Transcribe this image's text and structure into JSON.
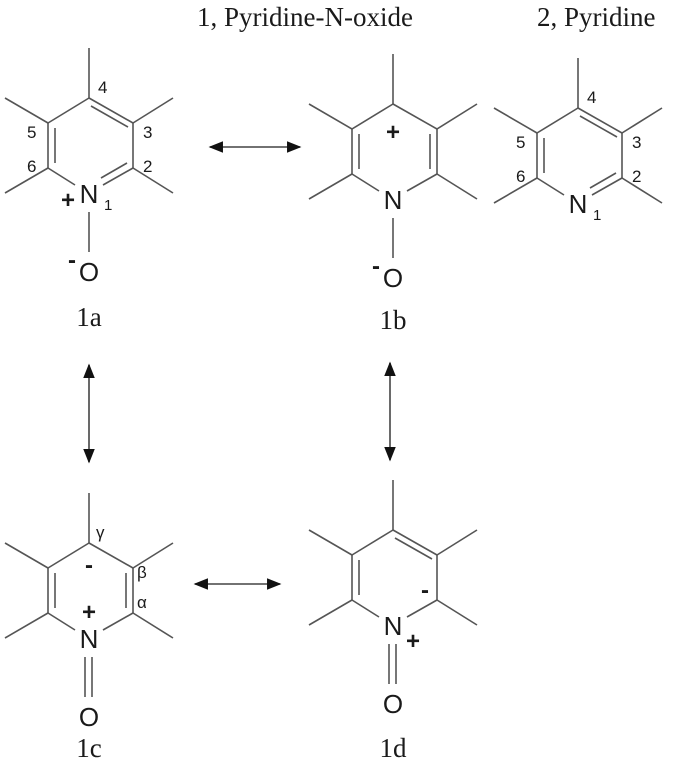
{
  "titles": {
    "pyridine_n_oxide": "1, Pyridine-N-oxide",
    "pyridine": "2, Pyridine"
  },
  "structures": [
    {
      "id": "1a",
      "label": "1a",
      "atom_numbers": [
        "1",
        "2",
        "3",
        "4",
        "5",
        "6"
      ],
      "charges": {
        "N": "+",
        "O": "-"
      },
      "n_o_bond": "single"
    },
    {
      "id": "1b",
      "label": "1b",
      "charges": {
        "C4": "+",
        "O": "-"
      },
      "n_o_bond": "single"
    },
    {
      "id": "1c",
      "label": "1c",
      "position_labels": [
        "γ",
        "β",
        "α"
      ],
      "charges": {
        "C4": "-",
        "N": "+"
      },
      "n_o_bond": "double"
    },
    {
      "id": "1d",
      "label": "1d",
      "charges": {
        "C2": "-",
        "N": "+"
      },
      "n_o_bond": "double"
    },
    {
      "id": "2",
      "label": "",
      "atom_numbers": [
        "1",
        "2",
        "3",
        "4",
        "5",
        "6"
      ]
    }
  ],
  "atoms": {
    "N": "N",
    "O": "O",
    "sub1": "1",
    "n1": "1",
    "n2": "2",
    "n3": "3",
    "n4": "4",
    "n5": "5",
    "n6": "6",
    "gamma": "γ",
    "beta": "β",
    "alpha": "α",
    "plus": "+",
    "minus": "-"
  },
  "resonance_arrows": [
    {
      "from": "1a",
      "to": "1b",
      "direction": "horizontal"
    },
    {
      "from": "1a",
      "to": "1c",
      "direction": "vertical"
    },
    {
      "from": "1b",
      "to": "1d",
      "direction": "vertical"
    },
    {
      "from": "1c",
      "to": "1d",
      "direction": "horizontal"
    }
  ]
}
